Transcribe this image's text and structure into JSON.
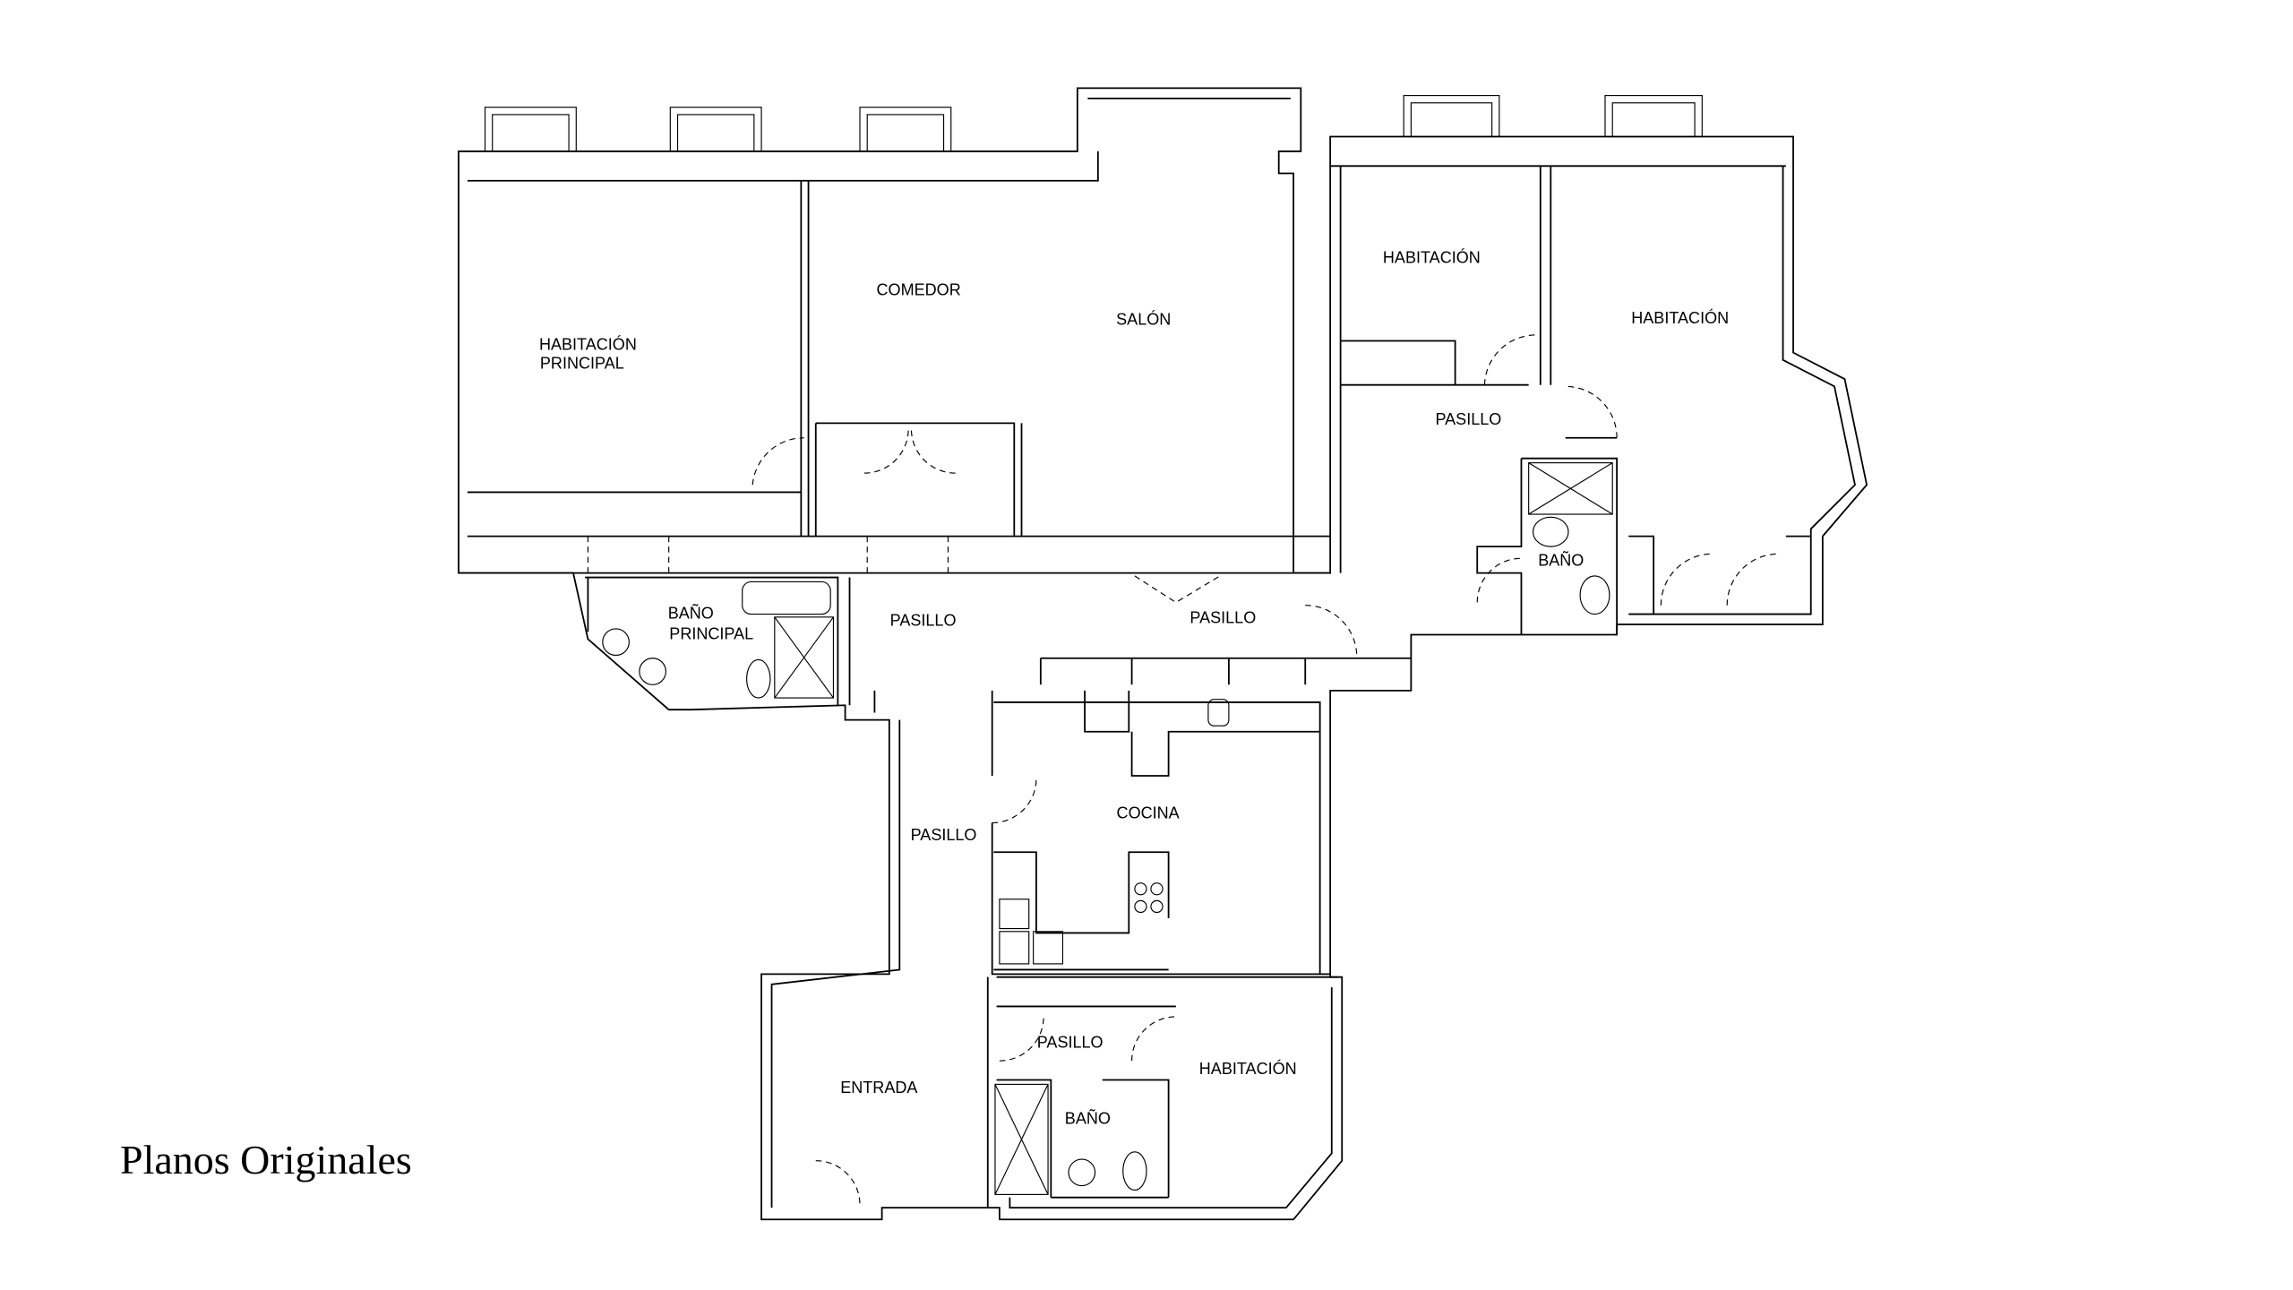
{
  "title": "Planos Originales",
  "rooms": {
    "master_bedroom_1": "HABITACIÓN",
    "master_bedroom_2": "PRINCIPAL",
    "dining": "COMEDOR",
    "living": "SALÓN",
    "bedroom_top": "HABITACIÓN",
    "bedroom_right": "HABITACIÓN",
    "hall_right": "PASILLO",
    "bath_right": "BAÑO",
    "master_bath_1": "BAÑO",
    "master_bath_2": "PRINCIPAL",
    "hall_center": "PASILLO",
    "hall_center_2": "PASILLO",
    "kitchen": "COCINA",
    "hall_left": "PASILLO",
    "hall_lower": "PASILLO",
    "entrance": "ENTRADA",
    "bedroom_lower": "HABITACIÓN",
    "bath_lower": "BAÑO"
  }
}
